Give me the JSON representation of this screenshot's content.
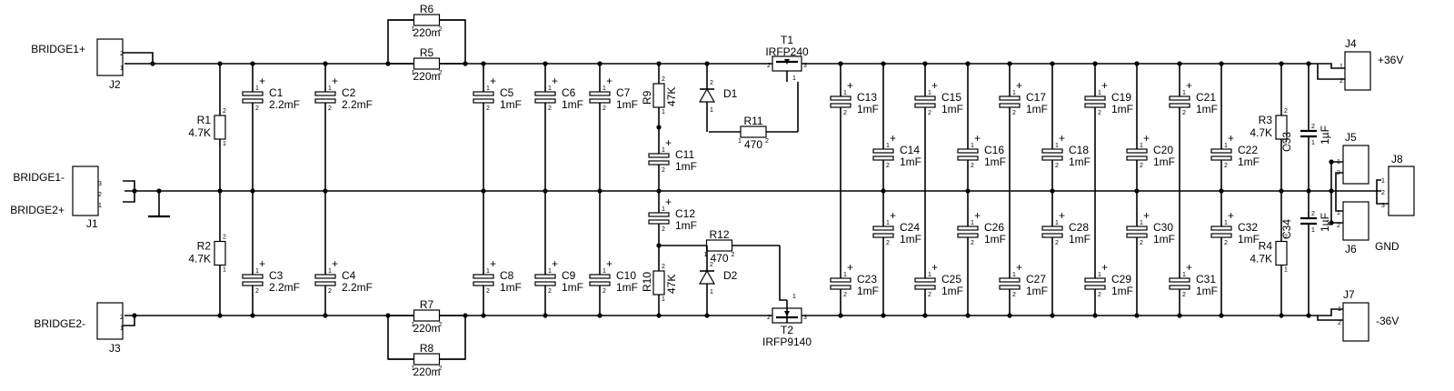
{
  "nets": {
    "bridge1_pos": "BRIDGE1+",
    "bridge1_neg": "BRIDGE1-",
    "bridge2_pos": "BRIDGE2+",
    "bridge2_neg": "BRIDGE2-",
    "pos36": "+36V",
    "neg36": "-36V",
    "gnd": "GND"
  },
  "connectors": {
    "J1": "J1",
    "J2": "J2",
    "J3": "J3",
    "J4": "J4",
    "J5": "J5",
    "J6": "J6",
    "J7": "J7",
    "J8": "J8"
  },
  "resistors": [
    {
      "ref": "R1",
      "value": "4.7K"
    },
    {
      "ref": "R2",
      "value": "4.7K"
    },
    {
      "ref": "R3",
      "value": "4.7K"
    },
    {
      "ref": "R4",
      "value": "4.7K"
    },
    {
      "ref": "R5",
      "value": "220m"
    },
    {
      "ref": "R6",
      "value": "220m"
    },
    {
      "ref": "R7",
      "value": "220m"
    },
    {
      "ref": "R8",
      "value": "220m"
    },
    {
      "ref": "R9",
      "value": "47K"
    },
    {
      "ref": "R10",
      "value": "47K"
    },
    {
      "ref": "R11",
      "value": "470"
    },
    {
      "ref": "R12",
      "value": "470"
    }
  ],
  "capacitors": [
    {
      "ref": "C1",
      "value": "2.2mF"
    },
    {
      "ref": "C2",
      "value": "2.2mF"
    },
    {
      "ref": "C3",
      "value": "2.2mF"
    },
    {
      "ref": "C4",
      "value": "2.2mF"
    },
    {
      "ref": "C5",
      "value": "1mF"
    },
    {
      "ref": "C6",
      "value": "1mF"
    },
    {
      "ref": "C7",
      "value": "1mF"
    },
    {
      "ref": "C8",
      "value": "1mF"
    },
    {
      "ref": "C9",
      "value": "1mF"
    },
    {
      "ref": "C10",
      "value": "1mF"
    },
    {
      "ref": "C11",
      "value": "1mF"
    },
    {
      "ref": "C12",
      "value": "1mF"
    },
    {
      "ref": "C13",
      "value": "1mF"
    },
    {
      "ref": "C14",
      "value": "1mF"
    },
    {
      "ref": "C15",
      "value": "1mF"
    },
    {
      "ref": "C16",
      "value": "1mF"
    },
    {
      "ref": "C17",
      "value": "1mF"
    },
    {
      "ref": "C18",
      "value": "1mF"
    },
    {
      "ref": "C19",
      "value": "1mF"
    },
    {
      "ref": "C20",
      "value": "1mF"
    },
    {
      "ref": "C21",
      "value": "1mF"
    },
    {
      "ref": "C22",
      "value": "1mF"
    },
    {
      "ref": "C23",
      "value": "1mF"
    },
    {
      "ref": "C24",
      "value": "1mF"
    },
    {
      "ref": "C25",
      "value": "1mF"
    },
    {
      "ref": "C26",
      "value": "1mF"
    },
    {
      "ref": "C27",
      "value": "1mF"
    },
    {
      "ref": "C28",
      "value": "1mF"
    },
    {
      "ref": "C29",
      "value": "1mF"
    },
    {
      "ref": "C30",
      "value": "1mF"
    },
    {
      "ref": "C31",
      "value": "1mF"
    },
    {
      "ref": "C32",
      "value": "1mF"
    },
    {
      "ref": "C33",
      "value": "1µF"
    },
    {
      "ref": "C34",
      "value": "1µF"
    }
  ],
  "diodes": [
    {
      "ref": "D1"
    },
    {
      "ref": "D2"
    }
  ],
  "transistors": [
    {
      "ref": "T1",
      "part": "IRFP240"
    },
    {
      "ref": "T2",
      "part": "IRFP9140"
    }
  ],
  "pin_labels": {
    "p1": "1",
    "p2": "2",
    "p3": "3",
    "plus": "+"
  }
}
